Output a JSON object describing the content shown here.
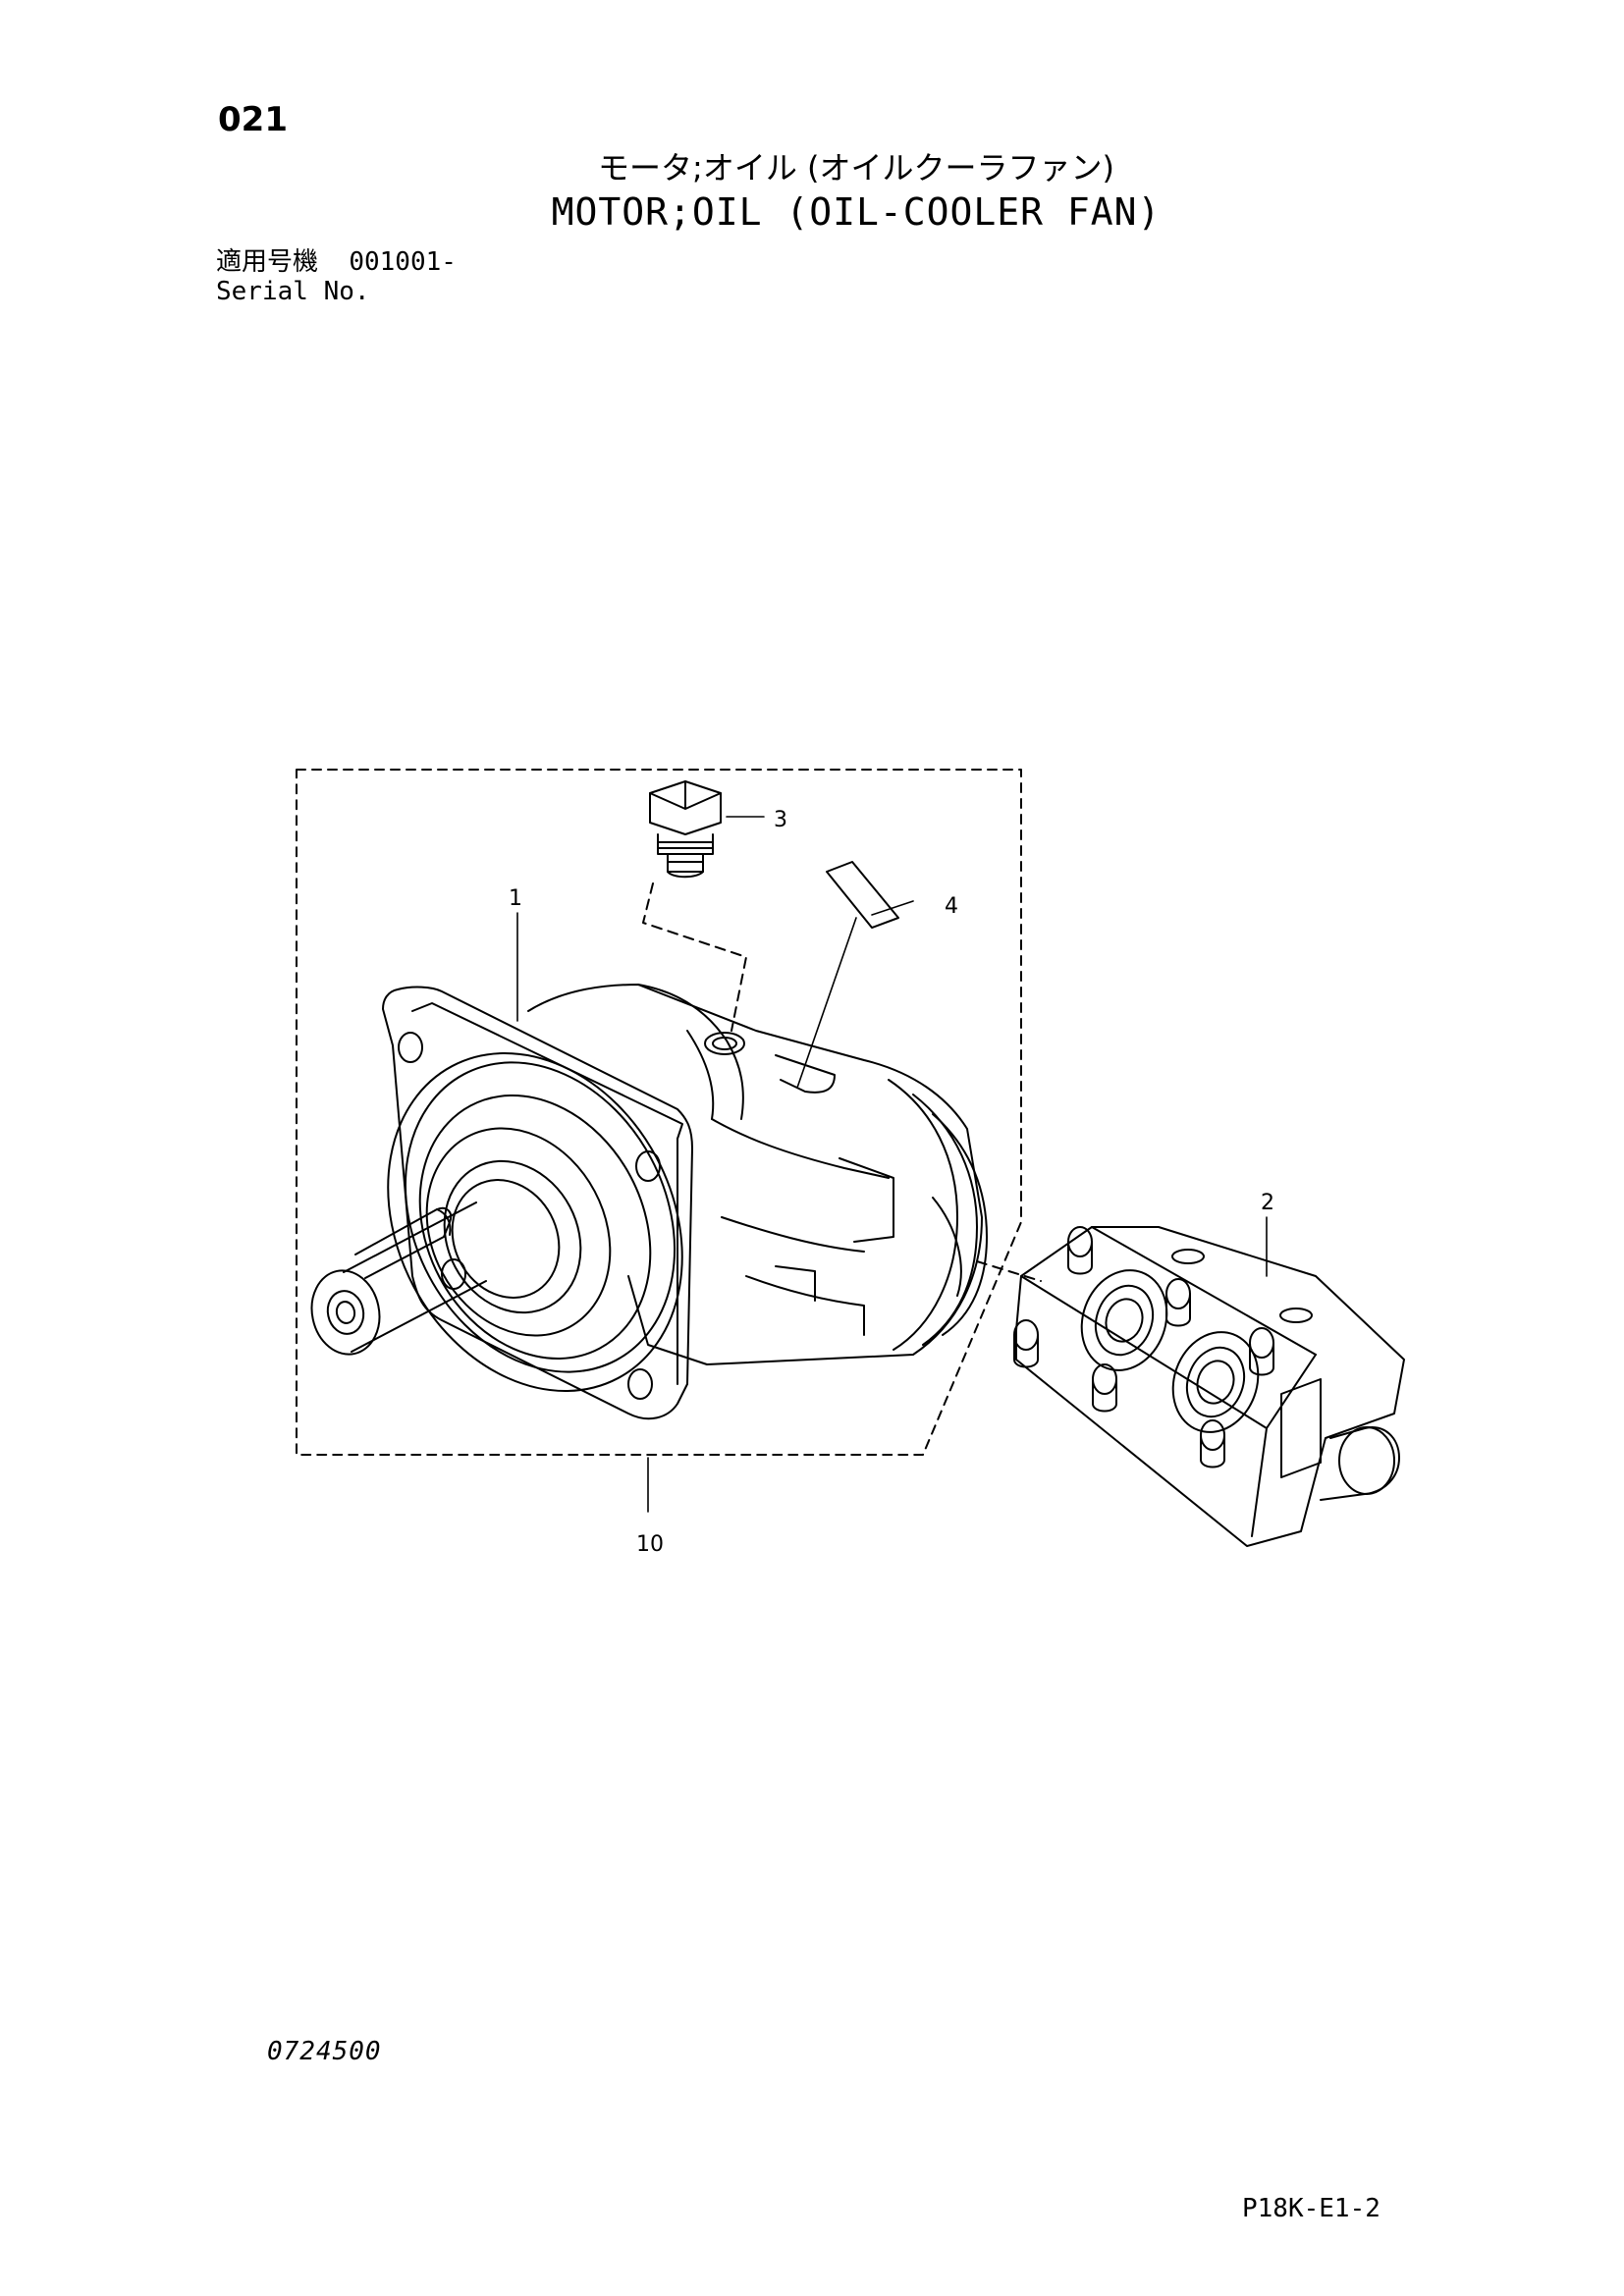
{
  "header": {
    "page_number": "021",
    "title_jp": "モータ;オイル (オイルクーラファン)",
    "title_en": "MOTOR;OIL (OIL-COOLER FAN)"
  },
  "serial": {
    "label_jp": "適用号機",
    "value": "001001-",
    "label_en": "Serial No."
  },
  "callouts": {
    "c1": "1",
    "c2": "2",
    "c3": "3",
    "c4": "4",
    "c10": "10"
  },
  "footer": {
    "drawing_id": "0724500",
    "page_code": "P18K-E1-2"
  },
  "colors": {
    "ink": "#000000",
    "paper": "#ffffff"
  }
}
